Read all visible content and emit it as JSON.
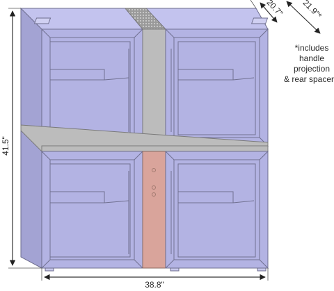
{
  "dimensions": {
    "height": "41.5\"",
    "width": "38.8\"",
    "depth": "20.7\"",
    "depth_total": "21.9\"*"
  },
  "note": {
    "lines": [
      "*includes",
      "handle",
      "projection",
      "& rear spacer"
    ]
  },
  "colors": {
    "drawer": "#b3b3e3",
    "spacer_gray": "#bcbcbc",
    "spacer_salmon": "#d9a49b"
  }
}
